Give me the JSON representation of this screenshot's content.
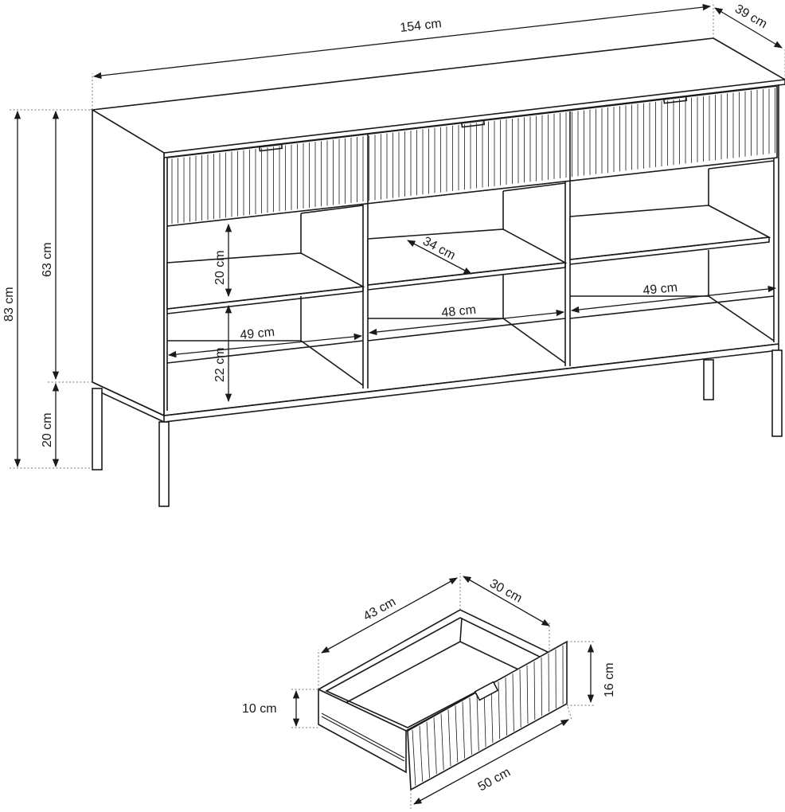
{
  "dimensions": {
    "width": "154 cm",
    "depth": "39 cm",
    "total_height": "83 cm",
    "body_height": "63 cm",
    "leg_height": "20 cm",
    "shelf_depth": "34 cm",
    "upper_compartment_height": "20 cm",
    "lower_compartment_height": "22 cm",
    "left_compartment_width": "49 cm",
    "middle_compartment_width": "48 cm",
    "right_compartment_width": "49 cm"
  },
  "drawer": {
    "inner_depth": "43 cm",
    "depth": "30 cm",
    "front_height": "16 cm",
    "side_height": "10 cm",
    "front_width": "50 cm"
  }
}
